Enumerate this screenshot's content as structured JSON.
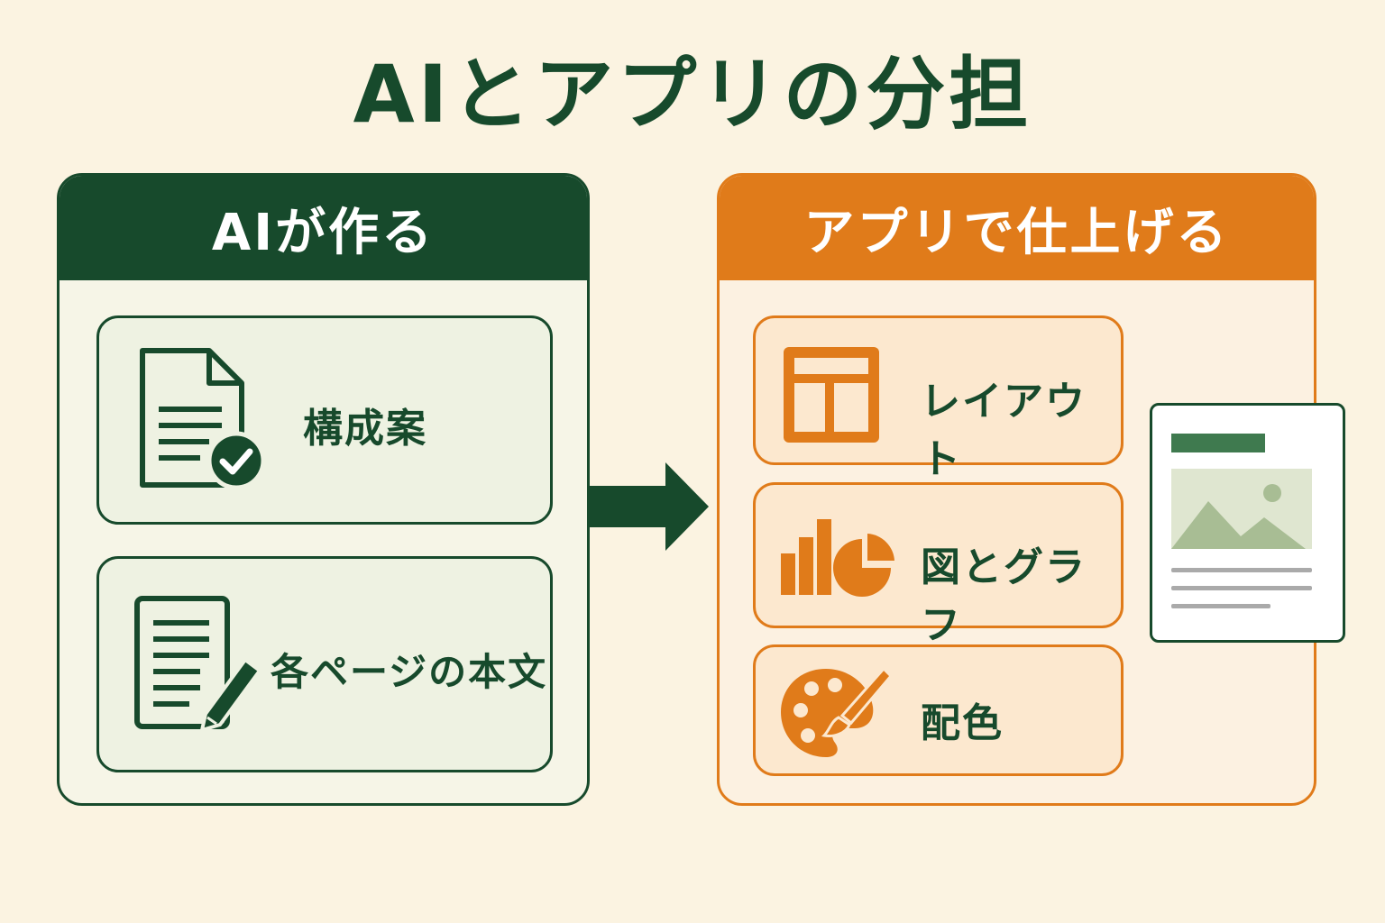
{
  "title": "AIとアプリの分担",
  "left_panel": {
    "header": "AIが作る",
    "accent_color": "#174a2c",
    "items": [
      {
        "label": "構成案",
        "icon": "document-check-icon"
      },
      {
        "label": "各ページの本文",
        "icon": "document-edit-icon"
      }
    ]
  },
  "right_panel": {
    "header": "アプリで仕上げる",
    "accent_color": "#e07b1a",
    "items": [
      {
        "label": "レイアウト",
        "icon": "layout-icon"
      },
      {
        "label": "図とグラフ",
        "icon": "chart-icon"
      },
      {
        "label": "配色",
        "icon": "palette-icon"
      }
    ],
    "preview_icon": "page-preview-icon"
  },
  "connector_icon": "arrow-right-icon",
  "background_color": "#fbf3e1"
}
